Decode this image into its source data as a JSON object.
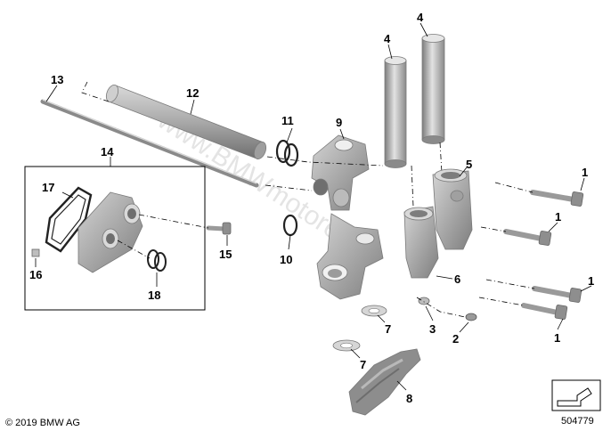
{
  "callouts": {
    "c1a": "1",
    "c1b": "1",
    "c1c": "1",
    "c1d": "1",
    "c2": "2",
    "c3": "3",
    "c4a": "4",
    "c4b": "4",
    "c5": "5",
    "c6": "6",
    "c7a": "7",
    "c7b": "7",
    "c8": "8",
    "c9": "9",
    "c10": "10",
    "c11": "11",
    "c12": "12",
    "c13": "13",
    "c14": "14",
    "c15": "15",
    "c16": "16",
    "c17": "17",
    "c18": "18"
  },
  "watermark": "www.BMWmotorer.pl",
  "footer": {
    "copyright": "© 2019 BMW AG",
    "diagram_number": "504779"
  },
  "colors": {
    "part_dark": "#8c8c8c",
    "part_mid": "#b5b5b5",
    "part_light": "#dcdcdc",
    "line": "#000000"
  }
}
